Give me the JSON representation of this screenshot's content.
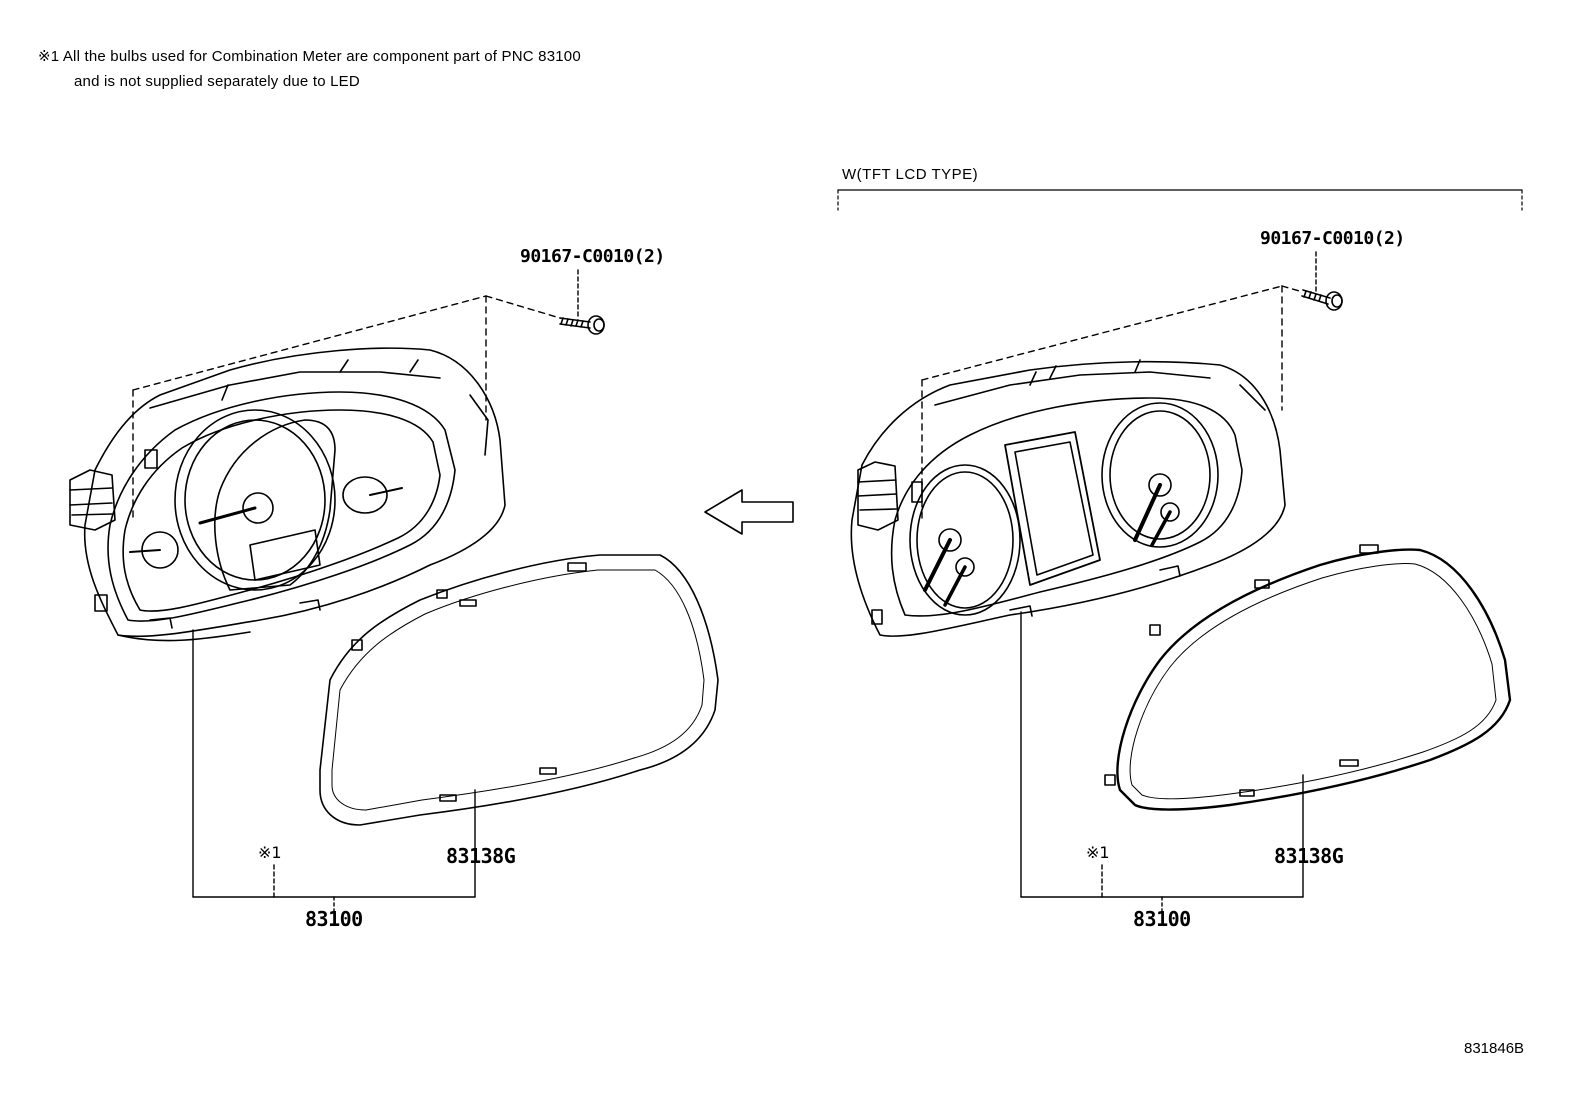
{
  "note": {
    "line1": "※1 All the bulbs used for Combination Meter are component part of PNC 83100",
    "line2": "and is not supplied separately due to LED"
  },
  "variant_label": "W(TFT LCD TYPE)",
  "left": {
    "screw_label": "90167-C0010(2)",
    "lens_label": "83138G",
    "bulb_ref": "※1",
    "assembly_label": "83100"
  },
  "right": {
    "screw_label": "90167-C0010(2)",
    "lens_label": "83138G",
    "bulb_ref": "※1",
    "assembly_label": "83100"
  },
  "diagram_code": "831846B"
}
